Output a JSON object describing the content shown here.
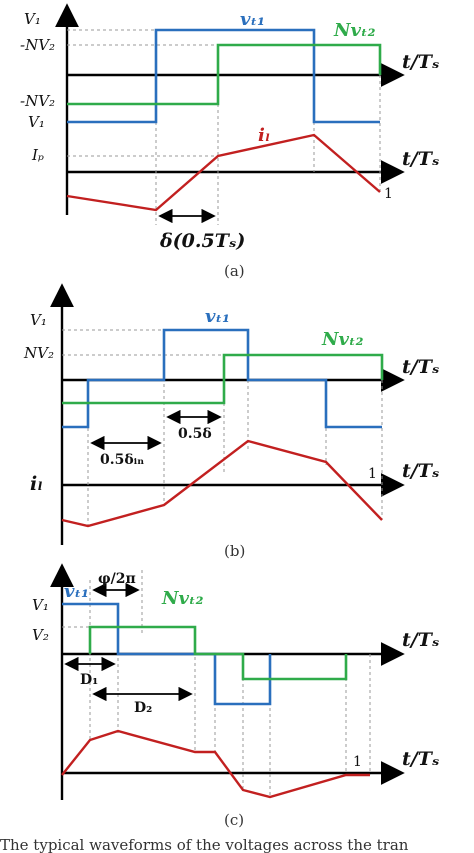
{
  "panel_a": {
    "v1": "V₁",
    "neg_nv2_top": "-NV₂",
    "neg_nv2_bottom": "-NV₂",
    "v1_lower": "V₁",
    "ip": "Iₚ",
    "vt1": "vₜ₁",
    "nvt2": "Nvₜ₂",
    "il": "iₗ",
    "axis1": "t/Tₛ",
    "axis2": "t/Tₛ",
    "one": "1",
    "delta": "δ(0.5Tₛ)",
    "caption": "(a)"
  },
  "panel_b": {
    "v1": "V₁",
    "nv2": "NV₂",
    "vt1": "vₜ₁",
    "nvt2": "Nvₜ₂",
    "il": "iₗ",
    "axis1": "t/Tₛ",
    "axis2": "t/Tₛ",
    "one": "1",
    "half_delta_in": "0.5δᵢₙ",
    "half_delta": "0.5δ",
    "caption": "(b)"
  },
  "panel_c": {
    "v1": "V₁",
    "v2": "V₂",
    "vt1": "vₜ₁",
    "nvt2": "Nvₜ₂",
    "phi": "φ/2π",
    "d1": "D₁",
    "d2": "D₂",
    "axis1": "t/Tₛ",
    "axis2": "t/Tₛ",
    "one": "1",
    "caption": "(c)"
  },
  "footer": {
    "text": "The typical waveforms of the voltages across the tran"
  },
  "colors": {
    "vt1": "#2a6fbd",
    "nvt2": "#2fab4a",
    "il": "#c22020"
  }
}
